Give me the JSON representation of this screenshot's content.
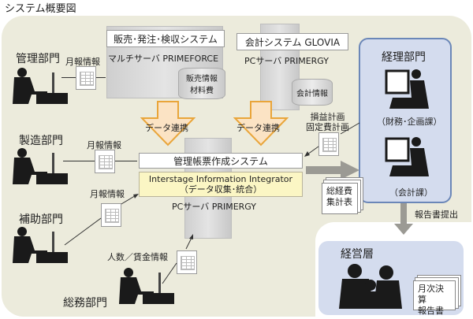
{
  "title": "システム概要図",
  "systems": {
    "sales": {
      "name": "販売･発注･検収システム",
      "server": "マルチサーバ PRIMEFORCE",
      "db": [
        "販売情報",
        "材料費"
      ]
    },
    "accounting": {
      "name": "会計システム GLOVIA",
      "server": "PCサーバ PRIMERGY",
      "db": [
        "会計情報"
      ]
    },
    "management": {
      "name": "管理帳票作成システム",
      "integrator": "Interstage Information Integrator",
      "integrator_sub": "（データ収集･統合）",
      "server": "PCサーバ PRIMERGY"
    }
  },
  "data_link_label": "データ連携",
  "departments": {
    "kanri": {
      "name": "管理部門",
      "doc_label": "月報情報"
    },
    "seizo": {
      "name": "製造部門",
      "doc_label": "月報情報"
    },
    "hojo": {
      "name": "補助部門",
      "doc_label": "月報情報"
    },
    "somu": {
      "name": "総務部門",
      "doc_label": "人数／賃金情報"
    }
  },
  "keiri": {
    "name": "経理部門",
    "sections": [
      "（財務･企画課）",
      "（会計課）"
    ],
    "plan_label": [
      "損益計画",
      "固定費計画"
    ]
  },
  "summary_doc": [
    "総経費",
    "集計表"
  ],
  "report_label": "報告書提出",
  "executive": {
    "name": "経営層",
    "doc": [
      "月次決算",
      "報告書"
    ]
  },
  "colors": {
    "background": "#ecebdc",
    "blue_panel": "#d4dcee",
    "blue_border": "#6b87b8",
    "yellow": "#fbf6c4",
    "arrow_orange": "#e9a53a",
    "arrow_fill": "#fbe3c4",
    "gray_arrow": "#9b9a94"
  }
}
